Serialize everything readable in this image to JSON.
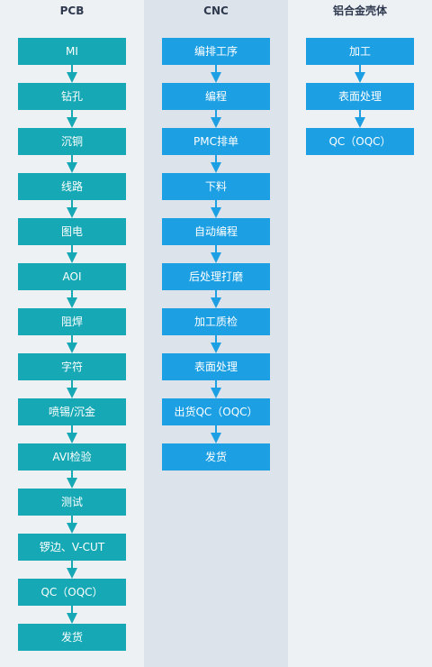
{
  "columns": [
    {
      "title": "PCB",
      "steps": [
        "MI",
        "钻孔",
        "沉铜",
        "线路",
        "图电",
        "AOI",
        "阻焊",
        "字符",
        "喷锡/沉金",
        "AVI检验",
        "测试",
        "锣边、V-CUT",
        "QC（OQC）",
        "发货"
      ]
    },
    {
      "title": "CNC",
      "steps": [
        "编排工序",
        "编程",
        "PMC排单",
        "下料",
        "自动编程",
        "后处理打磨",
        "加工质检",
        "表面处理",
        "出货QC（OQC）",
        "发货"
      ]
    },
    {
      "title": "铝合金壳体",
      "steps": [
        "加工",
        "表面处理",
        "QC（OQC）"
      ]
    }
  ],
  "colors": {
    "pcb_step": "#16a9b5",
    "cnc_step": "#1c9fe3",
    "shell_step": "#1c9fe3",
    "column_bg_light": "#eef1f4",
    "column_bg_dark": "#dde3ea",
    "title_text": "#2f3a4f"
  }
}
